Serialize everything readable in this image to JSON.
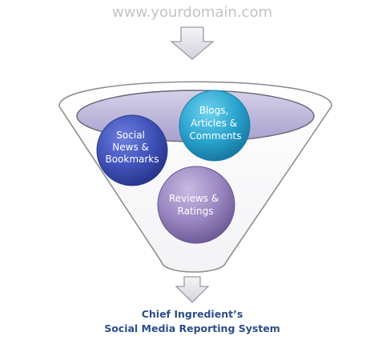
{
  "header": {
    "url": "www.yourdomain.com"
  },
  "circles": {
    "social": {
      "lines": [
        "Social",
        "News &",
        "Bookmarks"
      ],
      "color": "#3f52b8"
    },
    "blogs": {
      "lines": [
        "Blogs,",
        "Articles &",
        "Comments"
      ],
      "color": "#2aa3cf"
    },
    "reviews": {
      "lines": [
        "Reviews &",
        "Ratings"
      ],
      "color": "#9a86c0"
    }
  },
  "caption": {
    "line1": "Chief Ingredient’s",
    "line2": "Social Media Reporting System",
    "color": "#2d4d8c"
  },
  "colors": {
    "funnel_fill": "#ffffff",
    "funnel_stroke": "#8f8f8f",
    "funnel_rim": "#b4aed2",
    "arrow_fill": "#e6e6ec",
    "arrow_stroke": "#9c9aa8",
    "url_text": "#c4c4c4"
  }
}
